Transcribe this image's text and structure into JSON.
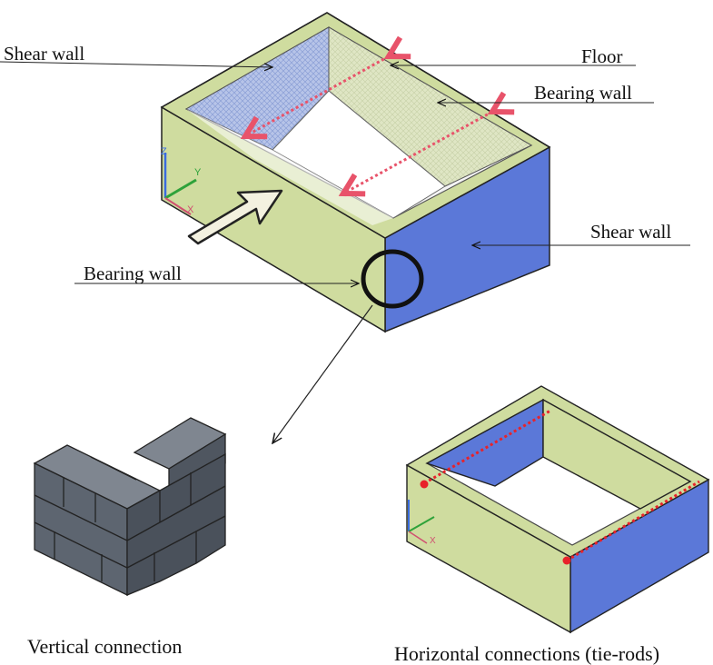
{
  "labels": {
    "shear_wall_top": "Shear wall",
    "floor": "Floor",
    "bearing_wall_top": "Bearing wall",
    "shear_wall_right": "Shear wall",
    "bearing_wall_left": "Bearing wall"
  },
  "captions": {
    "vertical": "Vertical connection",
    "horizontal": "Horizontal connections (tie-rods)"
  },
  "axes": {
    "x": "X",
    "y": "Y",
    "z": "Z"
  },
  "colors": {
    "bearing_wall": "#cfdc9f",
    "shear_wall": "#5b78d8",
    "floor_hatch": "#9fb3e0",
    "tie_rod": "#e8536a",
    "masonry": "#5d6570",
    "outline": "#222222"
  }
}
